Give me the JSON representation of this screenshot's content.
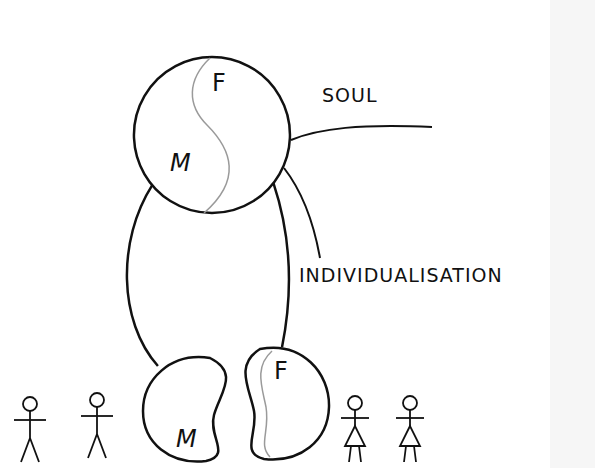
{
  "diagram": {
    "nodes": [
      {
        "text": [
          "F",
          "M"
        ]
      },
      {
        "text": [
          "M"
        ]
      },
      {
        "text": [
          "F"
        ]
      }
    ],
    "edges": [
      {
        "from": 0,
        "to": 1,
        "arrow": "none"
      },
      {
        "from": 0,
        "to": 2,
        "arrow": "none"
      }
    ],
    "labels": [
      "SOUL",
      "INDIVIDUALISATION"
    ]
  }
}
